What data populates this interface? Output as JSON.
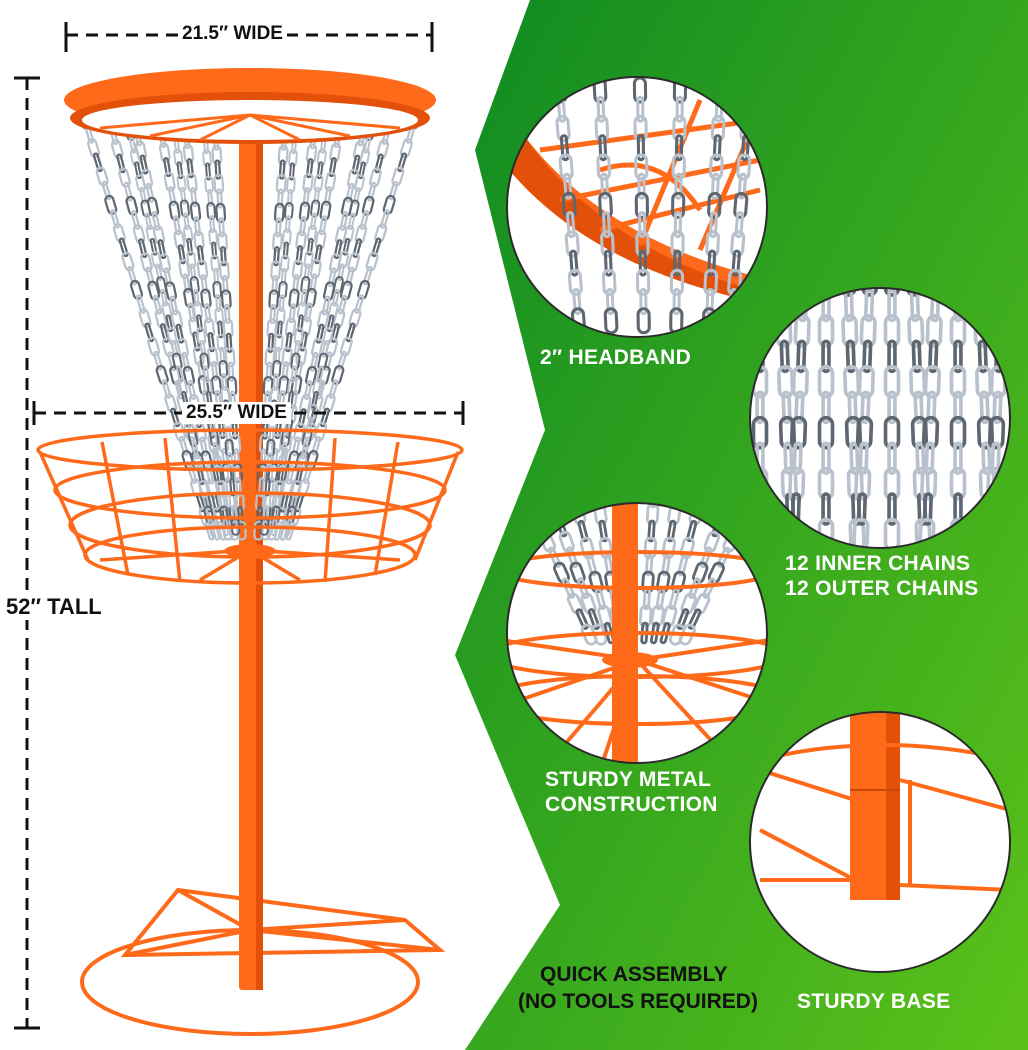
{
  "colors": {
    "orange": "#ff6a1a",
    "orange_dark": "#e2500a",
    "chain_silver": "#b9c2cc",
    "chain_dark": "#5e6670",
    "green_dark": "#0e8a22",
    "green_light": "#5cc21a",
    "dim_line": "#111111"
  },
  "dimensions": {
    "top_width": "21.5″   WIDE",
    "basket_width": "25.5″   WIDE",
    "height": "52″   TALL"
  },
  "features": {
    "headband": "2″   HEADBAND",
    "chains_line1": "12 INNER CHAINS",
    "chains_line2": "12 OUTER CHAINS",
    "construction_line1": "STURDY METAL",
    "construction_line2": "CONSTRUCTION",
    "assembly_line1": "QUICK ASSEMBLY",
    "assembly_line2": "(NO TOOLS REQUIRED)",
    "base": "STURDY BASE"
  },
  "icons": [
    "headband-closeup",
    "chains-closeup",
    "construction-closeup",
    "base-closeup"
  ]
}
